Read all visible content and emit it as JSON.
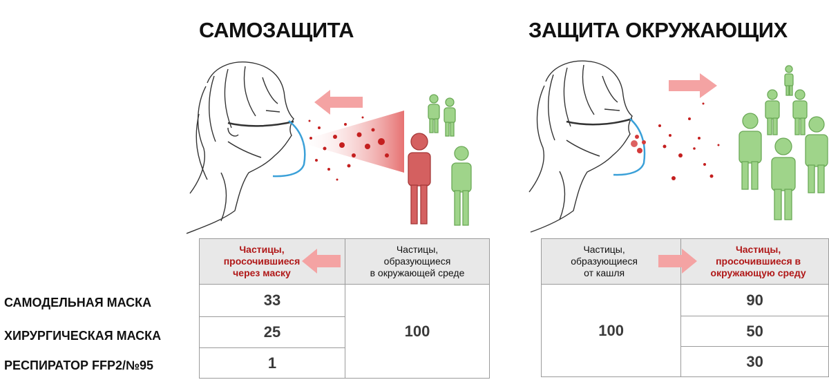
{
  "titles": {
    "left": "САМОЗАЩИТА",
    "right": "ЗАЩИТА ОКРУЖАЮЩИХ"
  },
  "colors": {
    "red_text": "#b01818",
    "arrow_pink": "#f4a3a3",
    "person_green": "#86c86a",
    "person_red": "#c94a4a",
    "mask_blue": "#3aa0d8"
  },
  "left_table": {
    "header_filtered": "Частицы,\nпросочившиеся\nчерез маску",
    "header_env": "Частицы,\nобразующиеся\nв окружающей среде",
    "env_value": "100",
    "rows": [
      {
        "label": "САМОДЕЛЬНАЯ МАСКА",
        "value": "33"
      },
      {
        "label": "ХИРУРГИЧЕСКАЯ МАСКА",
        "value": "25"
      },
      {
        "label": "РЕСПИРАТОР FFP2/№95",
        "value": "1"
      }
    ]
  },
  "right_table": {
    "header_cough": "Частицы,\nобразующиеся\nот кашля",
    "header_leaked": "Частицы,\nпросочившиеся в\nокружающую среду",
    "cough_value": "100",
    "values": [
      "90",
      "50",
      "30"
    ]
  }
}
